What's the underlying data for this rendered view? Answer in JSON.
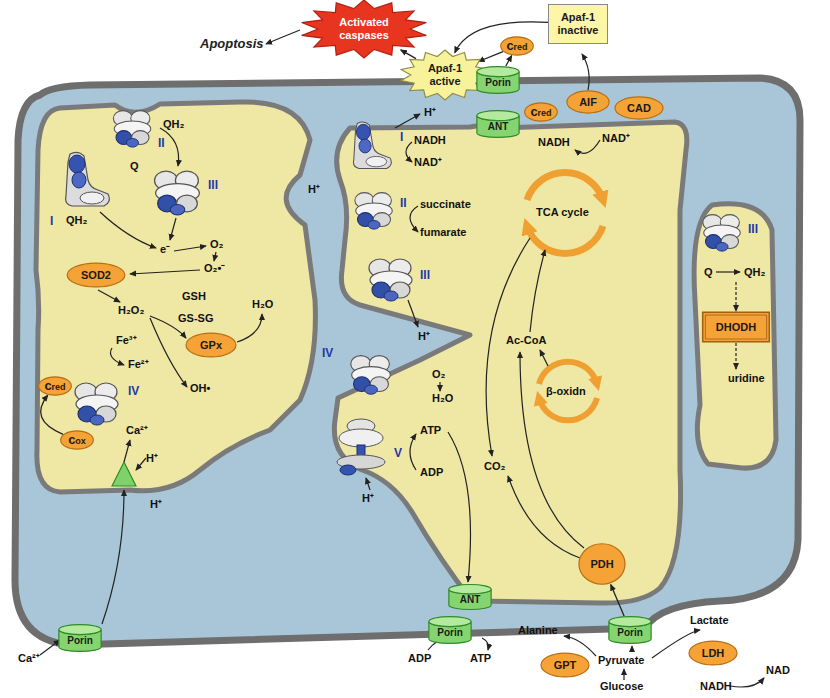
{
  "diagram": {
    "nodes": [
      {
        "text": [
          "Activated caspases"
        ]
      },
      {
        "text": [
          "Apaf-1 inactive"
        ]
      },
      {
        "text": [
          "Apaf-1 active"
        ]
      },
      {
        "text": [
          "cred"
        ]
      },
      {
        "text": [
          "Porin"
        ]
      },
      {
        "text": [
          "ANT"
        ]
      },
      {
        "text": [
          "cred"
        ]
      },
      {
        "text": [
          "AIF"
        ]
      },
      {
        "text": [
          "CAD"
        ]
      },
      {
        "text": [
          "SOD2"
        ]
      },
      {
        "text": [
          "GPx"
        ]
      },
      {
        "text": [
          "cred"
        ]
      },
      {
        "text": [
          "cox"
        ]
      },
      {
        "text": [
          "DHODH"
        ]
      },
      {
        "text": [
          "PDH"
        ]
      },
      {
        "text": [
          "ANT"
        ]
      },
      {
        "text": [
          "Porin"
        ]
      },
      {
        "text": [
          "Porin"
        ]
      },
      {
        "text": [
          "Porin"
        ]
      },
      {
        "text": [
          "GPT"
        ]
      },
      {
        "text": [
          "LDH"
        ]
      }
    ],
    "edges": [
      {
        "from": 1,
        "to": 2,
        "arrow": "to"
      },
      {
        "from": 3,
        "to": 2,
        "arrow": "to"
      },
      {
        "from": 2,
        "to": 0,
        "arrow": "to"
      },
      {
        "from": 4,
        "to": 3,
        "arrow": "to"
      },
      {
        "from": 12,
        "to": 11,
        "arrow": "to"
      },
      {
        "from": 18,
        "to": 14,
        "arrow": "to"
      }
    ],
    "labels": [
      "Apoptosis",
      "II",
      "QH₂",
      "Q",
      "I",
      "QH₂",
      "III",
      "e⁻",
      "O₂",
      "O₂•⁻",
      "H₂O₂",
      "GSH",
      "GS-SG",
      "H₂O",
      "Fe³⁺",
      "Fe²⁺",
      "OH•",
      "IV",
      "Ca²⁺",
      "H⁺",
      "H⁺",
      "Ca²⁺",
      "H⁺",
      "I",
      "NADH",
      "NAD⁺",
      "H⁺",
      "II",
      "succinate",
      "fumarate",
      "III",
      "H⁺",
      "IV",
      "O₂",
      "H₂O",
      "V",
      "ATP",
      "ADP",
      "H⁺",
      "NADH",
      "NAD⁺",
      "TCA cycle",
      "Ac-CoA",
      "β-oxidn",
      "CO₂",
      "ADP",
      "ATP",
      "III",
      "Q",
      "QH₂",
      "uridine",
      "Alanine",
      "Pyruvate",
      "Glucose",
      "Lactate",
      "NADH",
      "NAD"
    ]
  }
}
